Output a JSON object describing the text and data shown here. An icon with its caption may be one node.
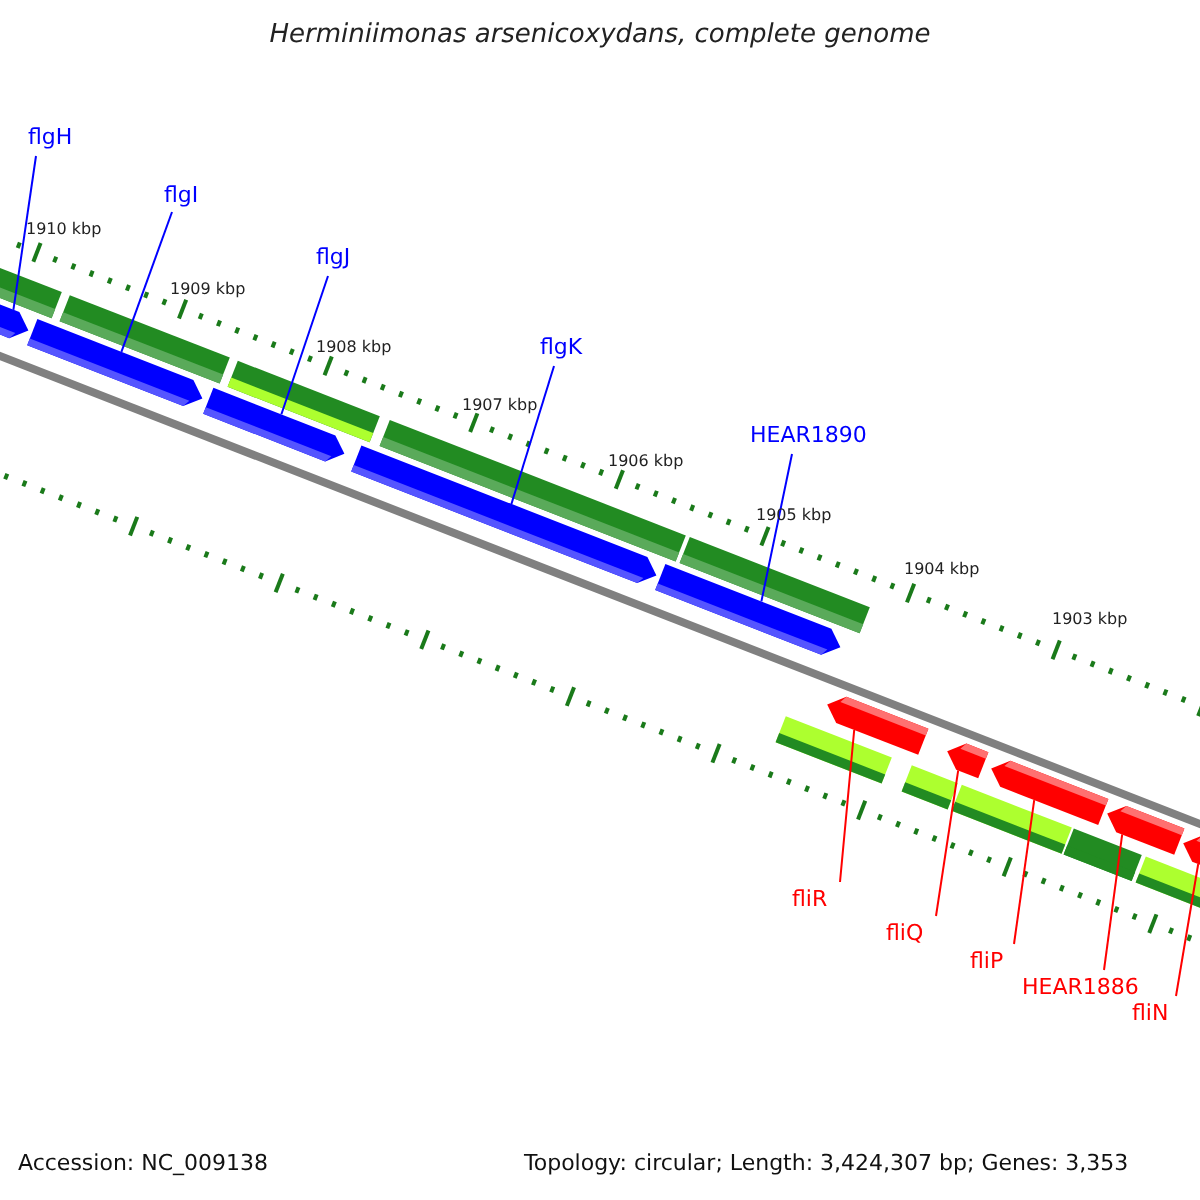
{
  "diagram": {
    "title": "Herminiimonas arsenicoxydans, complete genome",
    "nodes": [
      {
        "text": [
          "flgH"
        ]
      },
      {
        "text": [
          "flgI"
        ]
      },
      {
        "text": [
          "flgJ"
        ]
      },
      {
        "text": [
          "flgK"
        ]
      },
      {
        "text": [
          "HEAR1890"
        ]
      },
      {
        "text": [
          "fliR"
        ]
      },
      {
        "text": [
          "fliQ"
        ]
      },
      {
        "text": [
          "fliP"
        ]
      },
      {
        "text": [
          "HEAR1886"
        ]
      },
      {
        "text": [
          "fliN"
        ]
      },
      {
        "text": [],
        "shape": "bar"
      },
      {
        "text": [],
        "shape": "bar"
      },
      {
        "text": [],
        "shape": "bar"
      },
      {
        "text": [],
        "shape": "bar"
      },
      {
        "text": [],
        "shape": "bar"
      },
      {
        "text": [],
        "shape": "bar"
      },
      {
        "text": [],
        "shape": "bar"
      },
      {
        "text": [],
        "shape": "bar"
      },
      {
        "text": [],
        "shape": "bar"
      },
      {
        "text": [],
        "shape": "bar"
      }
    ],
    "edges": [
      {
        "from": 0,
        "to": 10,
        "arrow": "none"
      },
      {
        "from": 1,
        "to": 11,
        "arrow": "none"
      },
      {
        "from": 2,
        "to": 12,
        "arrow": "none"
      },
      {
        "from": 3,
        "to": 13,
        "arrow": "none"
      },
      {
        "from": 4,
        "to": 14,
        "arrow": "none"
      },
      {
        "from": 5,
        "to": 15,
        "arrow": "none",
        "color": "#ff0000"
      },
      {
        "from": 6,
        "to": 16,
        "arrow": "none",
        "color": "#ff0000"
      },
      {
        "from": 7,
        "to": 17,
        "arrow": "none",
        "color": "#ff0000"
      },
      {
        "from": 8,
        "to": 18,
        "arrow": "none",
        "color": "#ff0000"
      },
      {
        "from": 9,
        "to": 19,
        "arrow": "none",
        "color": "#ff0000"
      }
    ],
    "labels": [
      "1910 kbp",
      "1909 kbp",
      "1908 kbp",
      "1907 kbp",
      "1906 kbp",
      "1905 kbp",
      "1904 kbp",
      "1903 kbp",
      "Accession: NC_009138",
      "Topology: circular; Length: 3,424,307 bp; Genes: 3,353"
    ]
  }
}
